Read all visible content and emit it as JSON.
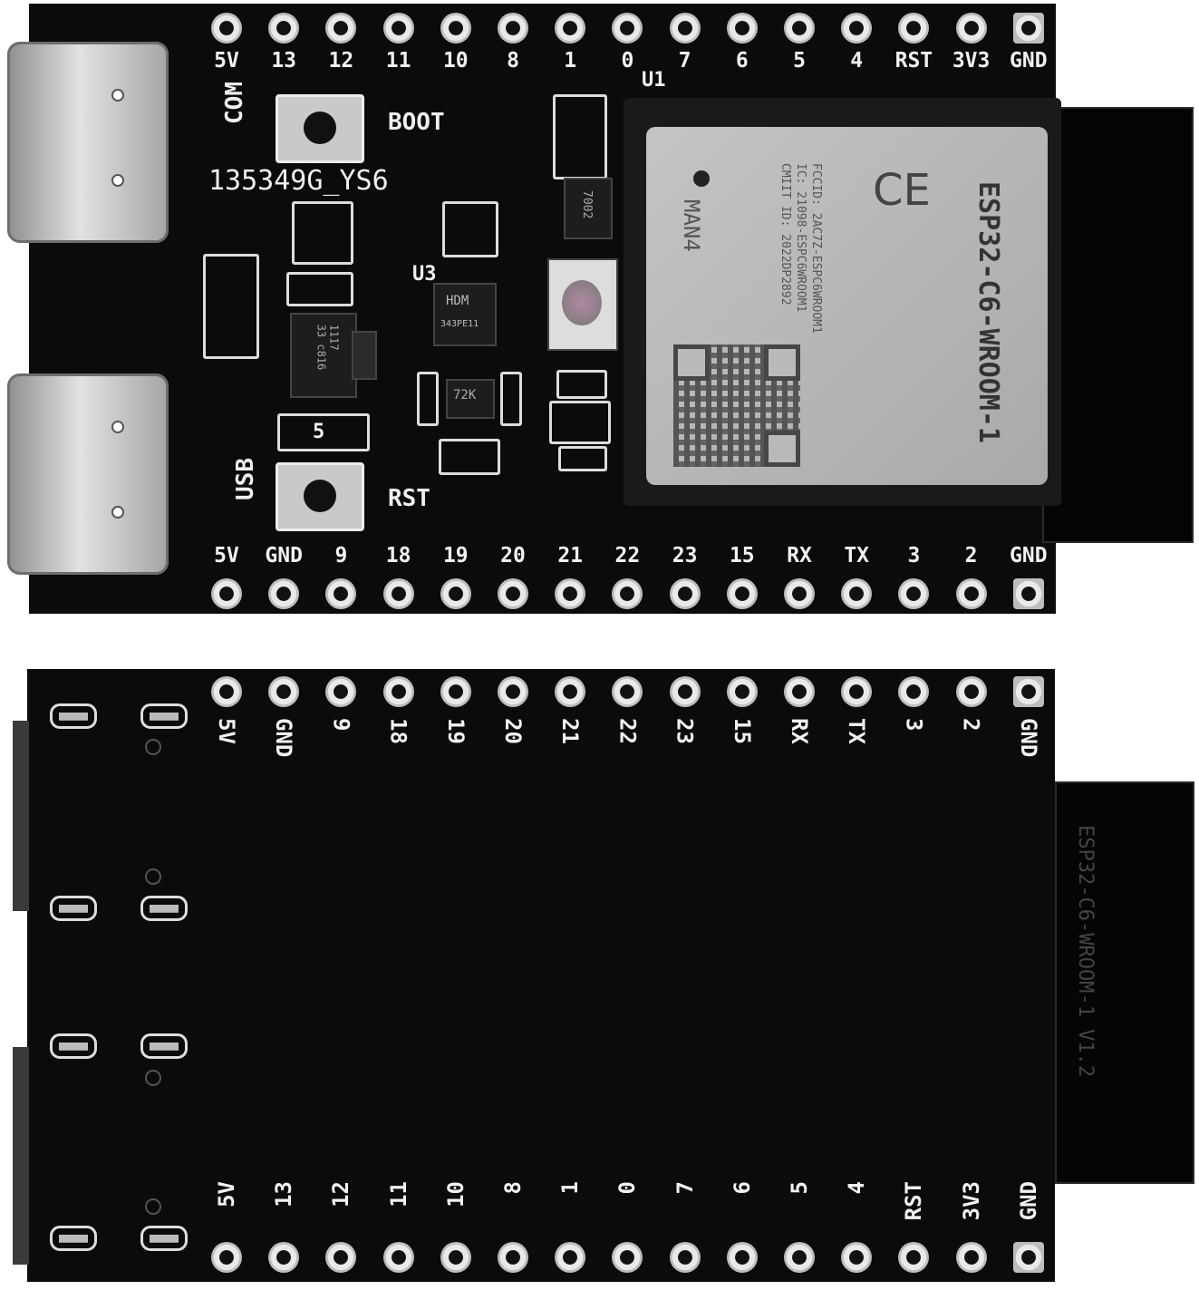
{
  "top_board": {
    "top_header_labels": [
      "5V",
      "13",
      "12",
      "11",
      "10",
      "8",
      "1",
      "0",
      "7",
      "6",
      "5",
      "4",
      "RST",
      "3V3",
      "GND"
    ],
    "bottom_header_labels": [
      "5V",
      "GND",
      "9",
      "18",
      "19",
      "20",
      "21",
      "22",
      "23",
      "15",
      "RX",
      "TX",
      "3",
      "2",
      "GND"
    ],
    "silk": {
      "com": "COM",
      "usb": "USB",
      "boot": "BOOT",
      "rst": "RST",
      "board_id": "135349G_YS6",
      "u1": "U1",
      "u3": "U3",
      "five": "5",
      "reg_text": "1117\n33 c816",
      "chip_hdm": "HDM",
      "chip_code": "343PE11",
      "ic_72k": "72K",
      "ic_7002": "7002"
    },
    "module": {
      "name": "ESP32-C6-WROOM-1",
      "man": "MAN4",
      "fcc": "FCCID: 2AC7Z-ESPC6WROOM1",
      "ic": "IC: 21098-ESPC6WROOM1",
      "cmiit": "CMIIT ID: 2022DP2892",
      "ce": "CE"
    }
  },
  "bottom_board": {
    "top_row_labels": [
      "5V",
      "GND",
      "9",
      "18",
      "19",
      "20",
      "21",
      "22",
      "23",
      "15",
      "RX",
      "TX",
      "3",
      "2",
      "GND"
    ],
    "bottom_row_labels": [
      "5V",
      "13",
      "12",
      "11",
      "10",
      "8",
      "1",
      "0",
      "7",
      "6",
      "5",
      "4",
      "RST",
      "3V3",
      "GND"
    ],
    "antenna_text": "ESP32-C6-WROOM-1 V1.2"
  },
  "colors": {
    "pcb": "#0b0b0c",
    "silkscreen": "#f0f0f0",
    "shield": "#b5b5b5"
  }
}
